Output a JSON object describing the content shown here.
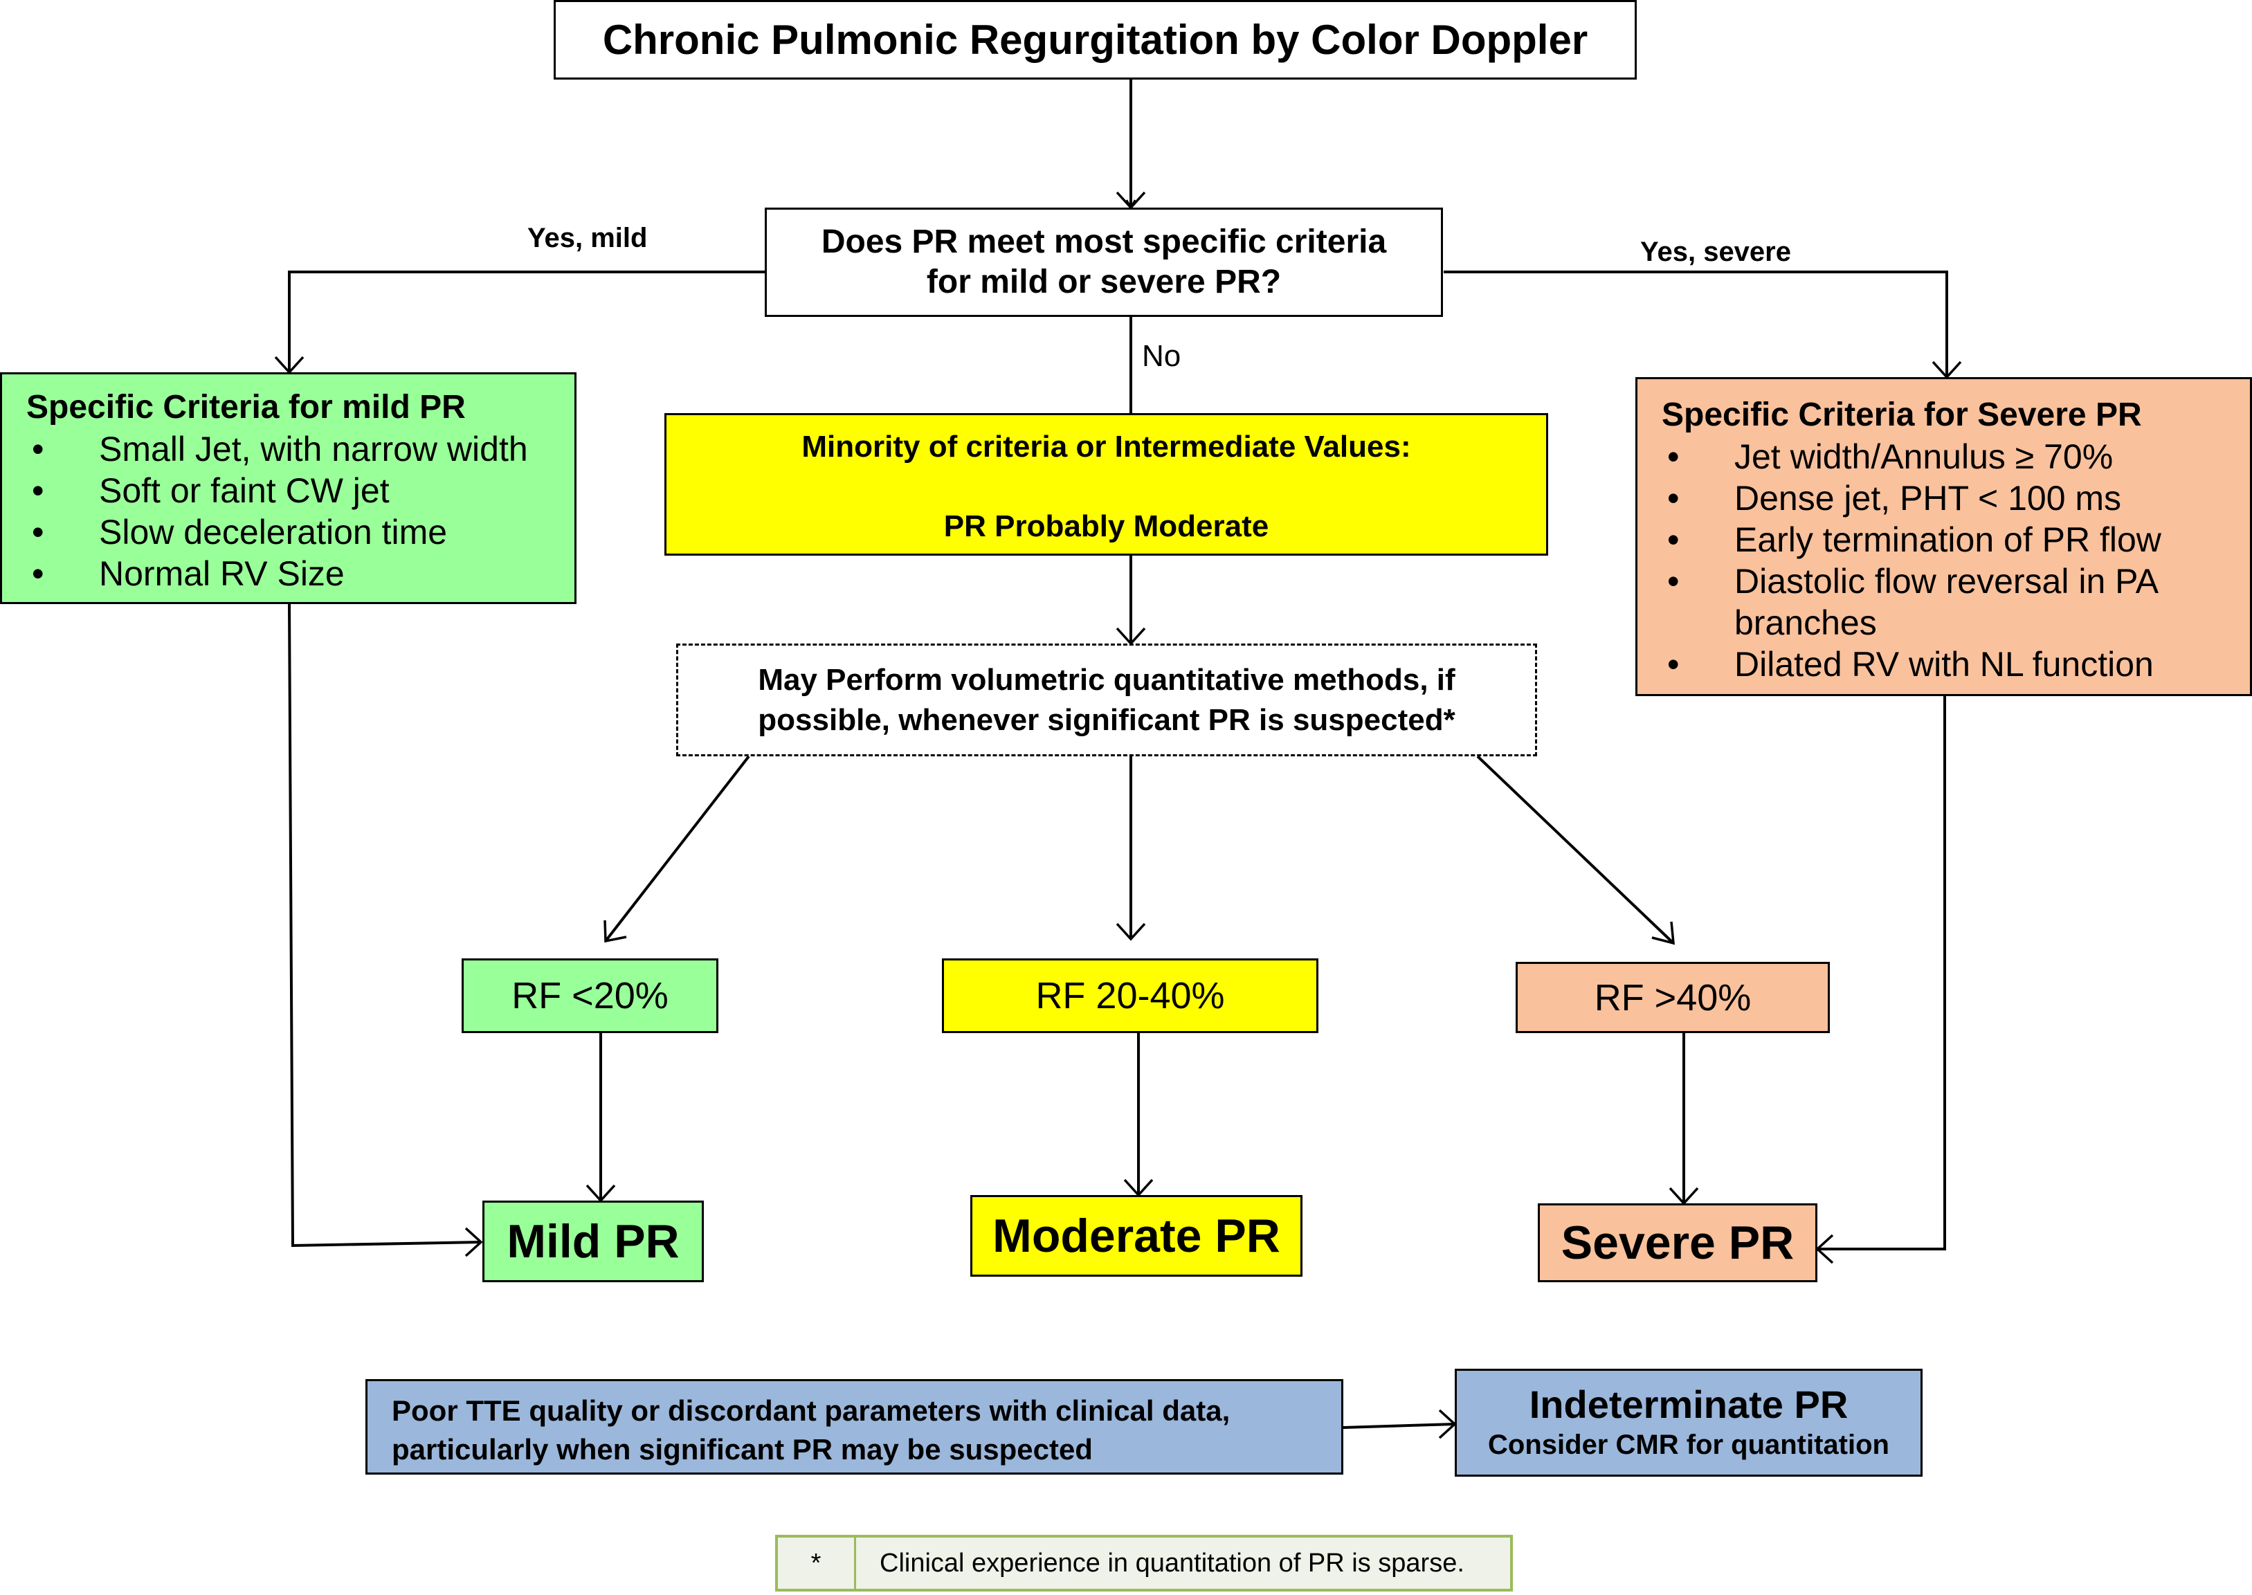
{
  "title": "Chronic Pulmonic Regurgitation by Color Doppler",
  "question": {
    "line1": "Does PR  meet most specific criteria",
    "line2": "for mild or severe PR?"
  },
  "edge_labels": {
    "yes_mild": "Yes, mild",
    "yes_severe": "Yes, severe",
    "no": "No"
  },
  "mild_criteria": {
    "title": "Specific Criteria for mild PR",
    "items": [
      "Small Jet, with narrow width",
      "Soft or faint CW jet",
      "Slow deceleration time",
      "Normal RV Size"
    ],
    "color": "#99ff99"
  },
  "severe_criteria": {
    "title": "Specific Criteria for Severe PR",
    "items": [
      "Jet width/Annulus ≥ 70%",
      "Dense jet, PHT < 100 ms",
      "Early termination of PR flow",
      "Diastolic flow reversal in PA branches",
      "Dilated RV with NL function"
    ],
    "color": "#f9c19c"
  },
  "moderate_box": {
    "line1": "Minority of criteria or Intermediate Values:",
    "line2": "PR Probably Moderate",
    "color": "#ffff00"
  },
  "volumetric": {
    "line1": "May Perform volumetric quantitative methods, if",
    "line2": "possible,  whenever significant PR is suspected*"
  },
  "rf": {
    "low": "RF <20%",
    "mid": "RF 20-40%",
    "high": "RF >40%"
  },
  "outcomes": {
    "mild": "Mild PR",
    "moderate": "Moderate PR",
    "severe": "Severe PR"
  },
  "poor_quality": {
    "line1": "Poor TTE quality or  discordant parameters with clinical data,",
    "line2": "particularly when significant  PR may be suspected",
    "color": "#9bb7db"
  },
  "indeterminate": {
    "title": "Indeterminate PR",
    "subtitle": "Consider CMR for quantitation"
  },
  "footnote": {
    "symbol": "*",
    "text": "Clinical experience in quantitation of PR is sparse.",
    "border_color": "#9bbb59"
  }
}
